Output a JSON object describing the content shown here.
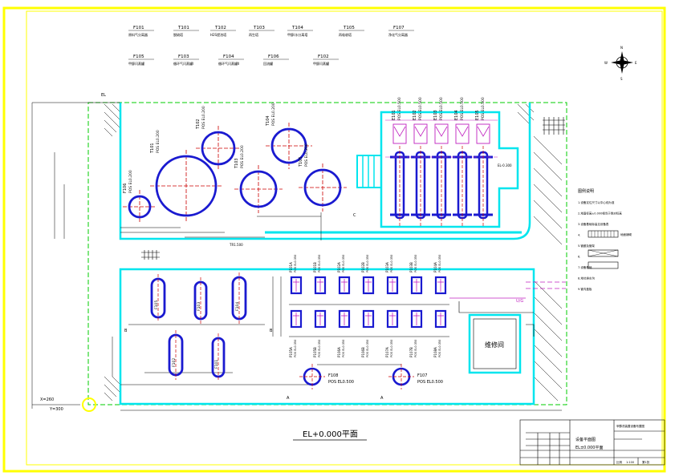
{
  "legend_top": [
    {
      "code": "F101",
      "name": "原料气分离器"
    },
    {
      "code": "T101",
      "name": "脱硫塔"
    },
    {
      "code": "T102",
      "name": "H2S提浓塔"
    },
    {
      "code": "T103",
      "name": "再生塔"
    },
    {
      "code": "T104",
      "name": "甲醇/水分离塔"
    },
    {
      "code": "T105",
      "name": "再吸收塔"
    },
    {
      "code": "F107",
      "name": "净化气分离器"
    },
    {
      "code": "F105",
      "name": "甲醇闪蒸罐"
    },
    {
      "code": "F103",
      "name": "循环气闪蒸罐I"
    },
    {
      "code": "F104",
      "name": "循环气闪蒸罐II"
    },
    {
      "code": "F106",
      "name": "回流罐"
    },
    {
      "code": "F102",
      "name": "甲醇闪蒸罐"
    }
  ],
  "compass": {
    "n": "N",
    "s": "S",
    "e": "E",
    "w": "W"
  },
  "towers": [
    {
      "tag": "T101",
      "elev": "POS EL0.200"
    },
    {
      "tag": "T102",
      "elev": "POS EL0.200"
    },
    {
      "tag": "T103",
      "elev": "POS EL0.200"
    },
    {
      "tag": "T104",
      "elev": "POS EL0.200"
    },
    {
      "tag": "T105",
      "elev": "POS EL0.200"
    },
    {
      "tag": "F106",
      "elev": "POS EL0.200"
    }
  ],
  "exchangers": [
    "E101",
    "E102",
    "E103",
    "E104",
    "E105"
  ],
  "exchanger_elev": "POS EL0.500",
  "vessels": [
    "F105",
    "F103",
    "F104",
    "F102",
    "F101"
  ],
  "pumps_top": [
    "P101A",
    "P101B",
    "P102A",
    "P102B",
    "P103A",
    "P103B",
    "P104A"
  ],
  "pumps_bottom": [
    "P105A",
    "P105B",
    "P106A",
    "P106B",
    "P107A",
    "P107B",
    "P108A"
  ],
  "pump_elev": "POS EL0.350",
  "f_bottom": [
    {
      "tag": "F108",
      "elev": "POS EL0.500"
    },
    {
      "tag": "F107",
      "elev": "POS EL0.500"
    }
  ],
  "coords": {
    "x": "X=260",
    "y": "Y=300"
  },
  "marks": {
    "el": "EL",
    "a": "A",
    "b": "B",
    "c": "C",
    "tr": "TR1.500",
    "ug": "U/G",
    "pipe_el": "EL-0.300"
  },
  "repair_room": "维修间",
  "notes_title": "图例说明",
  "notes": [
    "1.设备定位尺寸以中心线为准",
    "2.地面标高±0.000相当于绝对标高",
    "3.设备基础标高见设备表",
    "4.",
    "5.管廊及管架",
    "6.",
    "7.设备基础",
    "8.地坑排水沟",
    "9.管沟盖板"
  ],
  "notes_right": [
    "地面铺砌",
    "",
    ""
  ],
  "plan_title": "EL+0.000平面",
  "title_block": {
    "project": "甲醇洗装置设备布置图",
    "drawing": "设备平面图",
    "sub": "EL±0.000平面",
    "scale_label": "比例",
    "scale": "1:100",
    "sheet_label": "第1张"
  }
}
